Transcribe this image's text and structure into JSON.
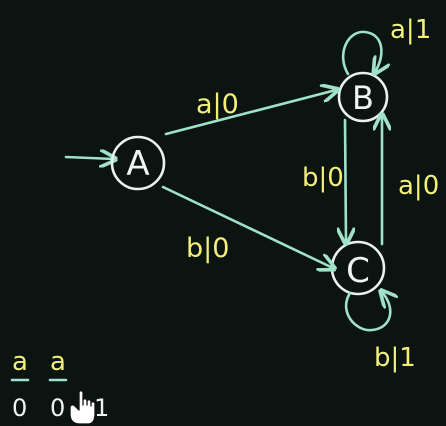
{
  "diagram": {
    "states": [
      {
        "id": "A",
        "label": "A",
        "start": true
      },
      {
        "id": "B",
        "label": "B"
      },
      {
        "id": "C",
        "label": "C"
      }
    ],
    "transitions": [
      {
        "from": "A",
        "to": "B",
        "label": "a|0"
      },
      {
        "from": "A",
        "to": "C",
        "label": "b|0"
      },
      {
        "from": "B",
        "to": "C",
        "label": "b|0"
      },
      {
        "from": "C",
        "to": "B",
        "label": "a|0"
      },
      {
        "from": "B",
        "to": "B",
        "label": "a|1"
      },
      {
        "from": "C",
        "to": "C",
        "label": "b|1"
      }
    ]
  },
  "notes": {
    "input_1": "a",
    "input_2": "a",
    "output_1": "0",
    "output_2": "0",
    "output_3": "1"
  },
  "colors": {
    "background": "#0b1410",
    "state_stroke": "#e9f2ee",
    "edge_stroke": "#9fe2c9",
    "label": "#f3f07a"
  }
}
